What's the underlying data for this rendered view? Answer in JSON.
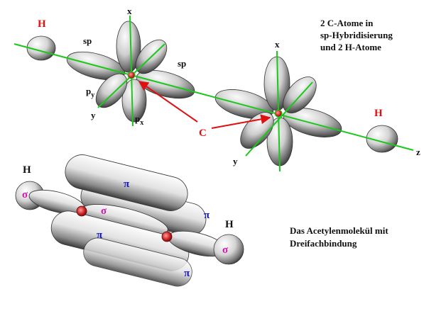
{
  "colors": {
    "axis_green": "#19c819",
    "h_red": "#e01010",
    "arrow_red": "#e01010",
    "pi_blue": "#1414c8",
    "sigma_magenta": "#d214b4",
    "text": "#111111",
    "lobe_dark": "#3a3a3a",
    "lobe_light": "#f2f2f2"
  },
  "top_diagram": {
    "caption_lines": [
      "2 C-Atome in",
      "sp-Hybridisierung",
      "und 2 H-Atome"
    ],
    "h_label_left": "H",
    "h_label_right": "H",
    "carbon_label": "C",
    "axis_labels": {
      "x_left": "x",
      "x_right": "x",
      "y_left": "y",
      "y_right": "y",
      "z": "z"
    },
    "orbital_labels": {
      "sp_left": "sp",
      "sp_right": "sp",
      "py_main": "p",
      "py_sub": "y",
      "px_main": "p",
      "px_sub": "x"
    }
  },
  "bottom_diagram": {
    "caption_lines": [
      "Das Acetylenmolekül mit",
      "Dreifachbindung"
    ],
    "h_label_left": "H",
    "h_label_right": "H",
    "pi_symbol": "π",
    "sigma_symbol": "σ"
  }
}
